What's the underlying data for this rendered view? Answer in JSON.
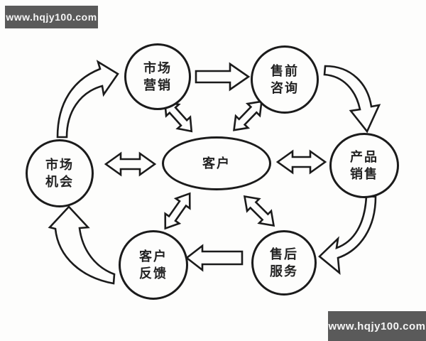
{
  "watermarks": {
    "top_left": "www.hqjy100.com",
    "bottom_right": "www.hqjy100.com"
  },
  "diagram": {
    "center": {
      "id": "customer",
      "label": "客户"
    },
    "nodes": [
      {
        "id": "marketing",
        "label": "市场\n营销"
      },
      {
        "id": "presales",
        "label": "售前\n咨询"
      },
      {
        "id": "product-sales",
        "label": "产品\n销售"
      },
      {
        "id": "aftersales",
        "label": "售后\n服务"
      },
      {
        "id": "feedback",
        "label": "客户\n反馈"
      },
      {
        "id": "opportunity",
        "label": "市场\n机会"
      }
    ],
    "flow_arrows": [
      "opportunity→marketing",
      "marketing→presales",
      "presales→product-sales",
      "product-sales→aftersales",
      "aftersales→feedback",
      "feedback→opportunity"
    ],
    "two_way_arrows": [
      "customer↔marketing",
      "customer↔presales",
      "customer↔opportunity",
      "customer↔product-sales",
      "customer↔feedback",
      "customer↔aftersales"
    ]
  },
  "colors": {
    "line": "#1b1b1b",
    "background": "#fdfdfc",
    "watermark_bg": "#5a5a5a",
    "watermark_text": "#f5f5f5"
  }
}
